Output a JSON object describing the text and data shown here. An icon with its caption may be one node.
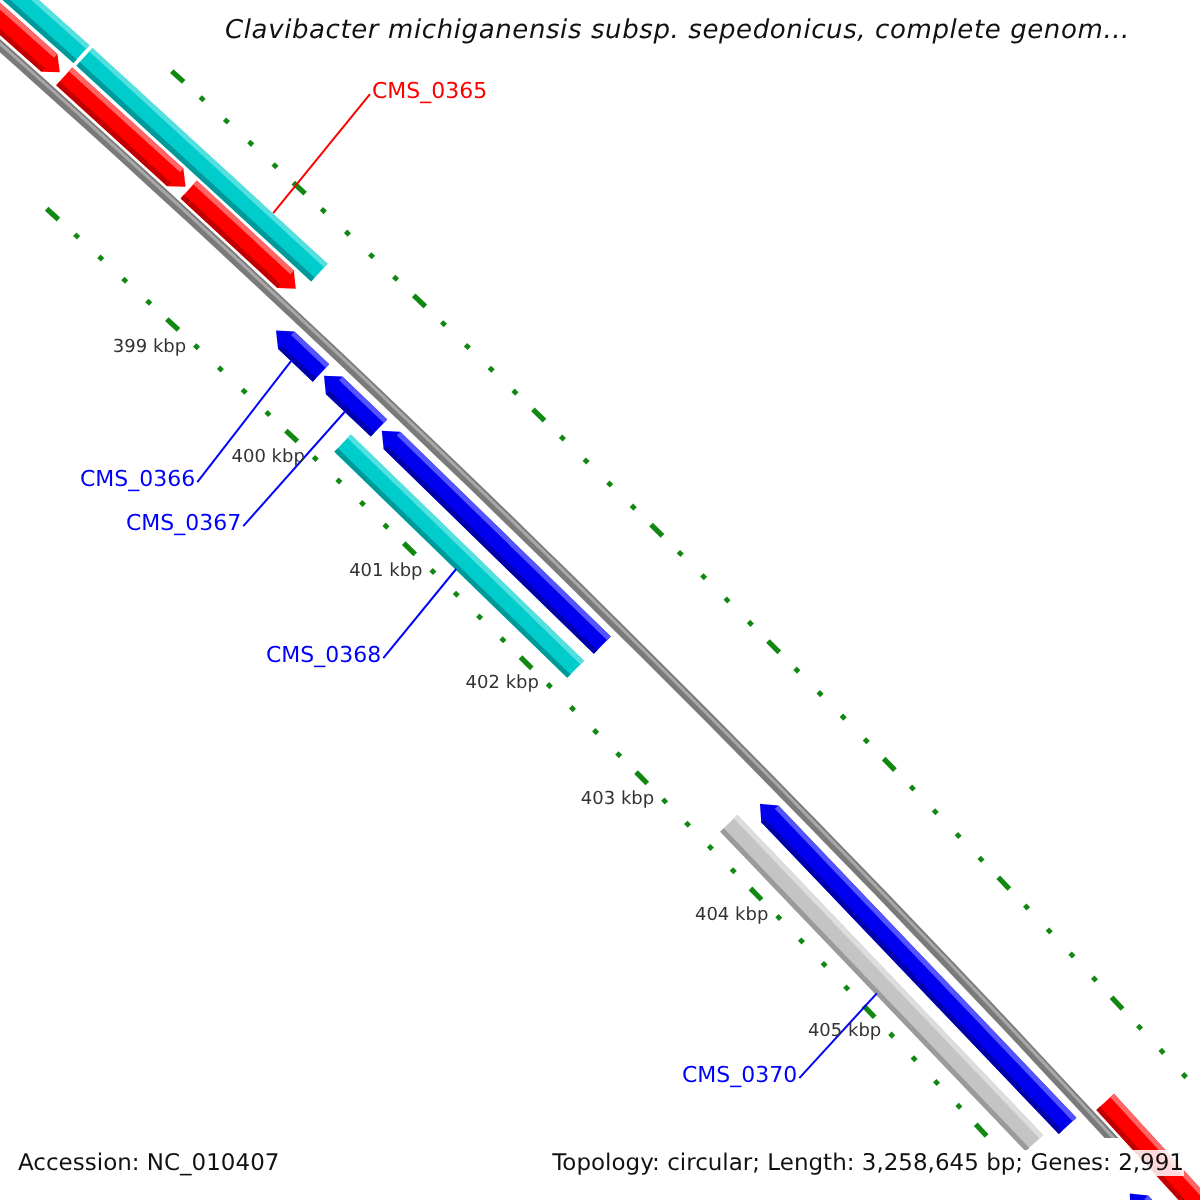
{
  "diagram": {
    "title": "Clavibacter michiganensis subsp. sepedonicus, complete genom...",
    "nodes": [
      {
        "text": [
          "CMS_0365"
        ]
      },
      {
        "text": [
          "CMS_0366"
        ]
      },
      {
        "text": [
          "CMS_0367"
        ]
      },
      {
        "text": [
          "CMS_0368"
        ]
      },
      {
        "text": [
          "CMS_0370"
        ]
      },
      {
        "text": [],
        "shape": "bar"
      },
      {
        "text": [],
        "shape": "pentagon"
      },
      {
        "text": [],
        "shape": "bar"
      },
      {
        "text": [],
        "shape": "pentagon"
      },
      {
        "text": [],
        "shape": "pentagon"
      },
      {
        "text": [],
        "shape": "pentagon"
      },
      {
        "text": [],
        "shape": "pentagon"
      },
      {
        "text": [],
        "shape": "pentagon"
      },
      {
        "text": [],
        "shape": "bar"
      },
      {
        "text": [],
        "shape": "pentagon"
      },
      {
        "text": [],
        "shape": "bar"
      },
      {
        "text": [],
        "shape": "pentagon"
      },
      {
        "text": [],
        "shape": "pentagon"
      }
    ],
    "edges": [
      {
        "from": 0,
        "to": 7,
        "arrow": "none",
        "color": "#ff0000"
      },
      {
        "from": 1,
        "to": 10,
        "arrow": "none"
      },
      {
        "from": 2,
        "to": 11,
        "arrow": "none"
      },
      {
        "from": 3,
        "to": 13,
        "arrow": "none"
      },
      {
        "from": 4,
        "to": 15,
        "arrow": "none"
      }
    ],
    "labels": [
      "399 kbp",
      "400 kbp",
      "401 kbp",
      "402 kbp",
      "403 kbp",
      "404 kbp",
      "405 kbp",
      "Accession: NC_010407",
      "Topology: circular; Length: 3,258,645 bp; Genes: 2,991"
    ]
  }
}
